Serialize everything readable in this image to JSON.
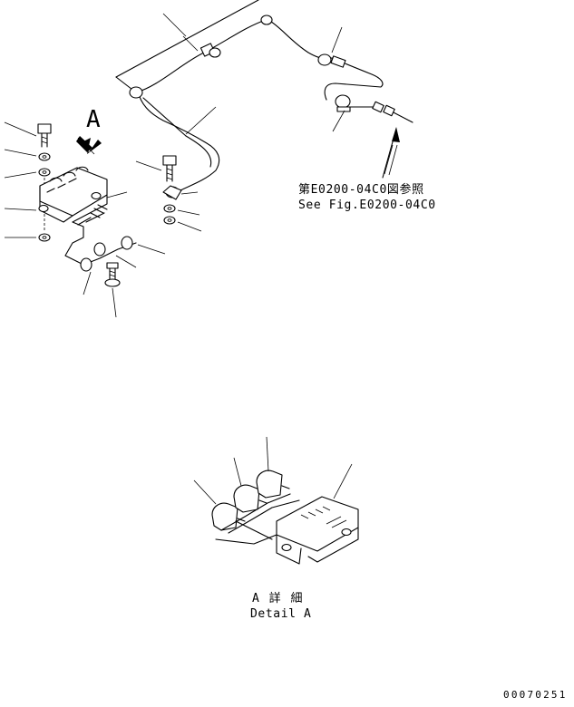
{
  "view_label": "A",
  "reference": {
    "jp": "第E0200-04C0図参照",
    "en": "See Fig.E0200-04C0"
  },
  "detail_caption": {
    "jp": "A 詳 細",
    "en": "Detail A"
  },
  "drawing_number": "00070251"
}
